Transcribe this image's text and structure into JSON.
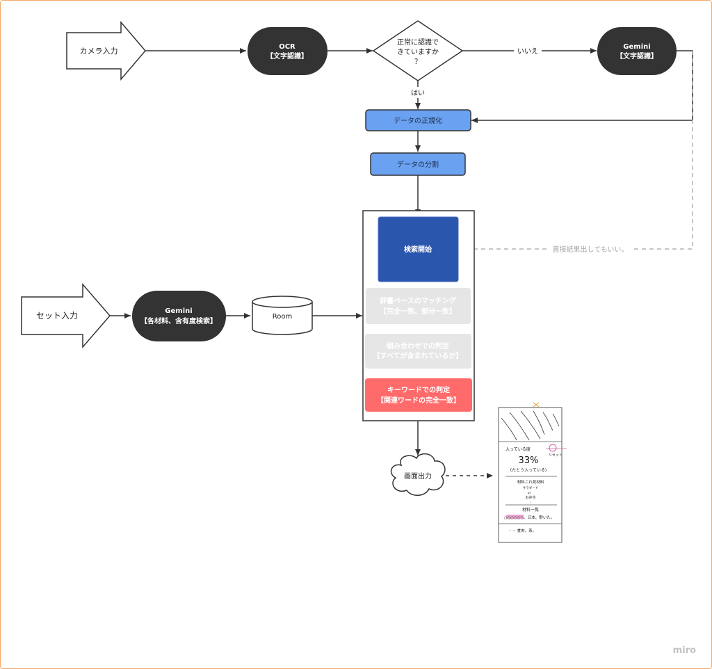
{
  "nodes": {
    "camera_input": "カメラ入力",
    "ocr": [
      "OCR",
      "【文字認識】"
    ],
    "decision": [
      "正常に認識で",
      "きていますか",
      "？"
    ],
    "gemini_ocr": [
      "Gemini",
      "【文字認識】"
    ],
    "normalize": "データの正規化",
    "split": "データの分割",
    "search_start": "検索開始",
    "dict_match": [
      "辞書ベースのマッチング",
      "【完全一致、部分一致】"
    ],
    "combo_judge": [
      "組み合わせでの判定",
      "【すべてが含まれているか】"
    ],
    "keyword_judge": [
      "キーワードでの判定",
      "【関連ワードの完全一致】"
    ],
    "set_input": "セット入力",
    "gemini_search": [
      "Gemini",
      "【各材料、含有度検索】"
    ],
    "room": "Room",
    "screen_output": "画面出力"
  },
  "edges": {
    "no_label": "いいえ",
    "yes_label": "はい",
    "direct_label": "直接結果出してもいい。"
  },
  "sketch": {
    "header": "入っている度",
    "percent": "33%",
    "sub": "(たとう入っている)",
    "mid": [
      "材料これ見材料",
      "サラダード",
      "or",
      "お弁当",
      ":"
    ],
    "list_title": "材料一覧",
    "list_line1": "○○○○○○、日本、野いた。",
    "list_line2": "・・ 食肉、茶。",
    "side_note": "リセット"
  },
  "watermark": "miro",
  "colors": {
    "dark_node": "#333333",
    "blue_light": "#6aa1f0",
    "blue_dark": "#2b56ad",
    "ghost": "#e6e6e6",
    "red": "#ff6b6b",
    "sketch_pink": "#d35fa8"
  }
}
